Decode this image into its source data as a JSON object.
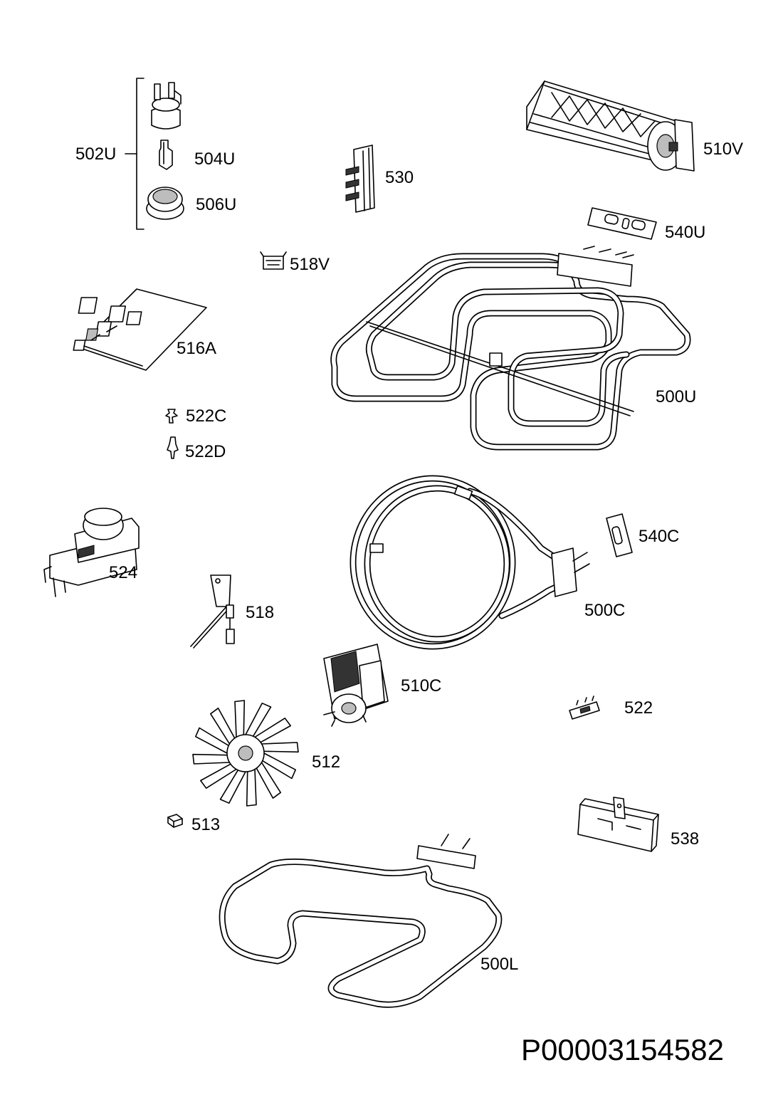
{
  "document_number": "P00003154582",
  "parts": [
    {
      "id": "p502U",
      "label": "502U",
      "icon": "control-knob-group-icon"
    },
    {
      "id": "p504U",
      "label": "504U",
      "icon": "knob-spindle-icon"
    },
    {
      "id": "p506U",
      "label": "506U",
      "icon": "knob-bezel-icon"
    },
    {
      "id": "p530",
      "label": "530",
      "icon": "terminal-block-icon"
    },
    {
      "id": "p510V",
      "label": "510V",
      "icon": "tangential-fan-icon"
    },
    {
      "id": "p540U",
      "label": "540U",
      "icon": "gasket-icon"
    },
    {
      "id": "p518V",
      "label": "518V",
      "icon": "thermostat-clip-icon"
    },
    {
      "id": "p516A",
      "label": "516A",
      "icon": "circuit-board-icon"
    },
    {
      "id": "p500U",
      "label": "500U",
      "icon": "grill-heating-element-icon"
    },
    {
      "id": "p522C",
      "label": "522C",
      "icon": "fastener-icon"
    },
    {
      "id": "p522D",
      "label": "522D",
      "icon": "fastener-icon"
    },
    {
      "id": "p524",
      "label": "524",
      "icon": "timer-switch-icon"
    },
    {
      "id": "p540C",
      "label": "540C",
      "icon": "gasket-icon"
    },
    {
      "id": "p518",
      "label": "518",
      "icon": "temperature-sensor-icon"
    },
    {
      "id": "p500C",
      "label": "500C",
      "icon": "circular-heating-element-icon"
    },
    {
      "id": "p510C",
      "label": "510C",
      "icon": "fan-motor-icon"
    },
    {
      "id": "p522",
      "label": "522",
      "icon": "terminal-connector-icon"
    },
    {
      "id": "p512",
      "label": "512",
      "icon": "fan-blade-icon"
    },
    {
      "id": "p513",
      "label": "513",
      "icon": "nut-icon"
    },
    {
      "id": "p538",
      "label": "538",
      "icon": "bracket-icon"
    },
    {
      "id": "p500L",
      "label": "500L",
      "icon": "lower-heating-element-icon"
    }
  ]
}
